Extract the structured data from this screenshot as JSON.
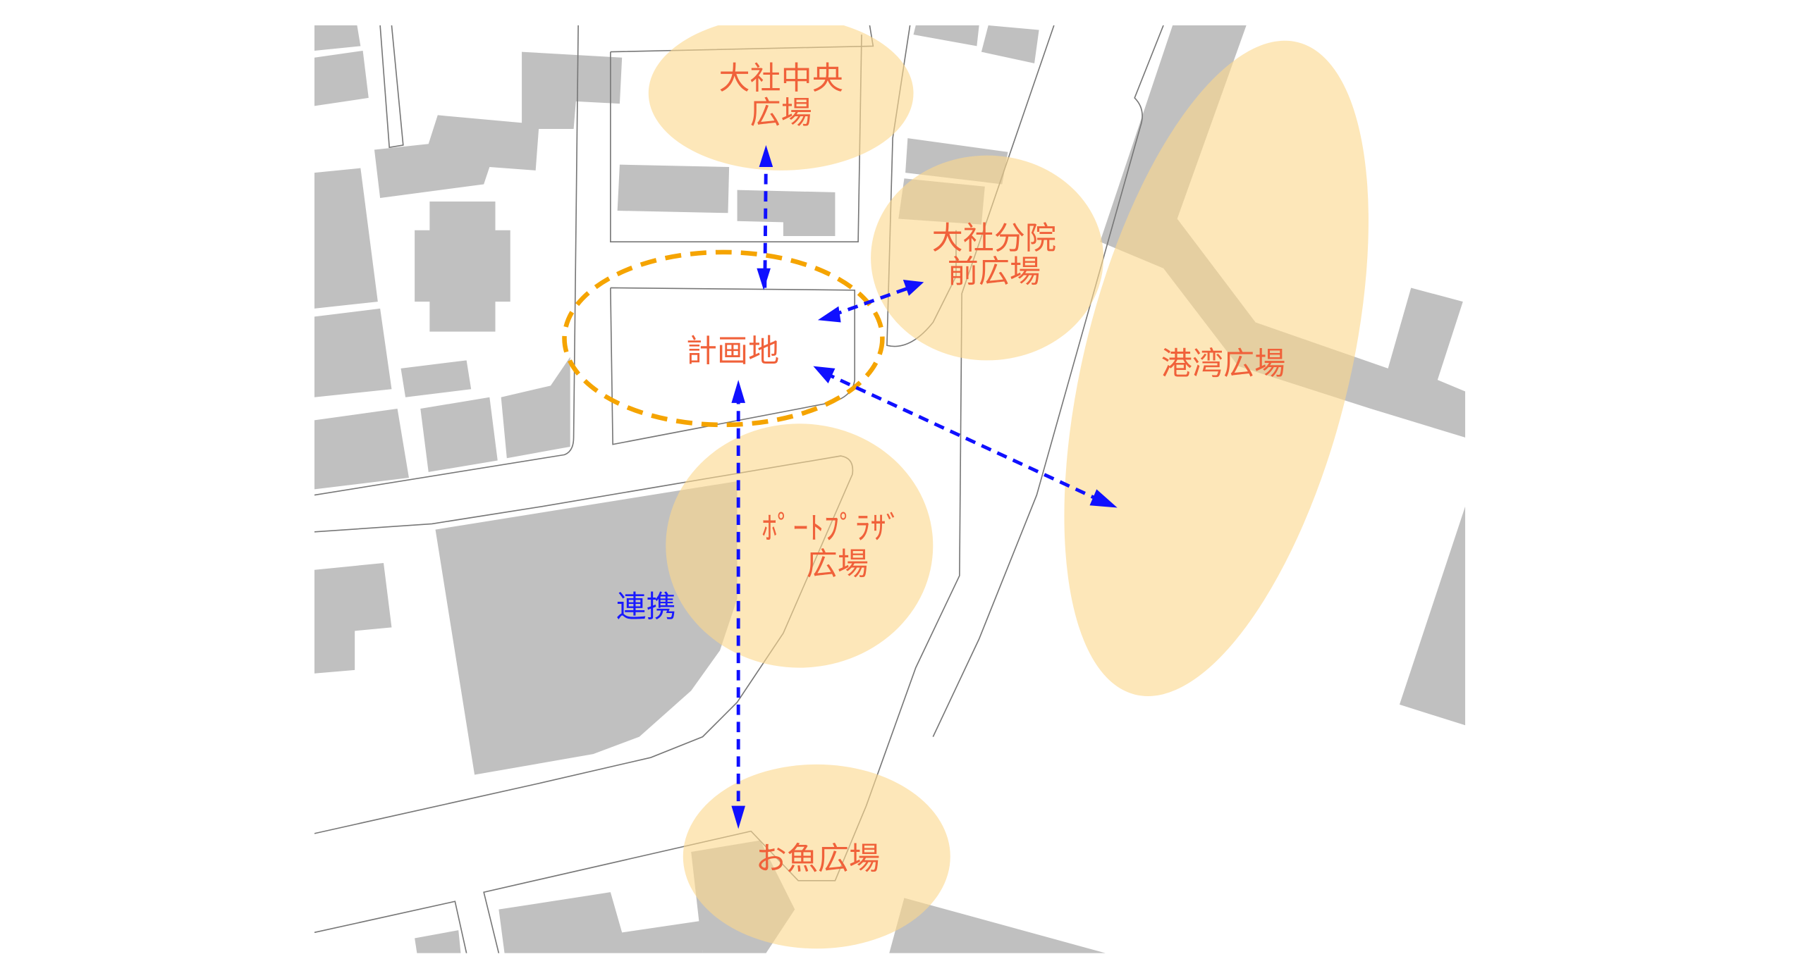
{
  "title": "広場連携図",
  "colors": {
    "zone": "#fbd98e",
    "label": "#f0613a",
    "link": "#1010ff",
    "site_outline": "#f5a400",
    "building": "#c0c0c0"
  },
  "zones": {
    "taisha_chuo": [
      "大社中央",
      "広場"
    ],
    "taisha_bunin": [
      "大社分院",
      "前広場"
    ],
    "site": "計画地",
    "port_plaza": [
      "ﾎﾟｰﾄﾌﾟﾗｻﾞ",
      "広場"
    ],
    "kowan": "港湾広場",
    "osakana": "お魚広場"
  },
  "link_label": "連携"
}
